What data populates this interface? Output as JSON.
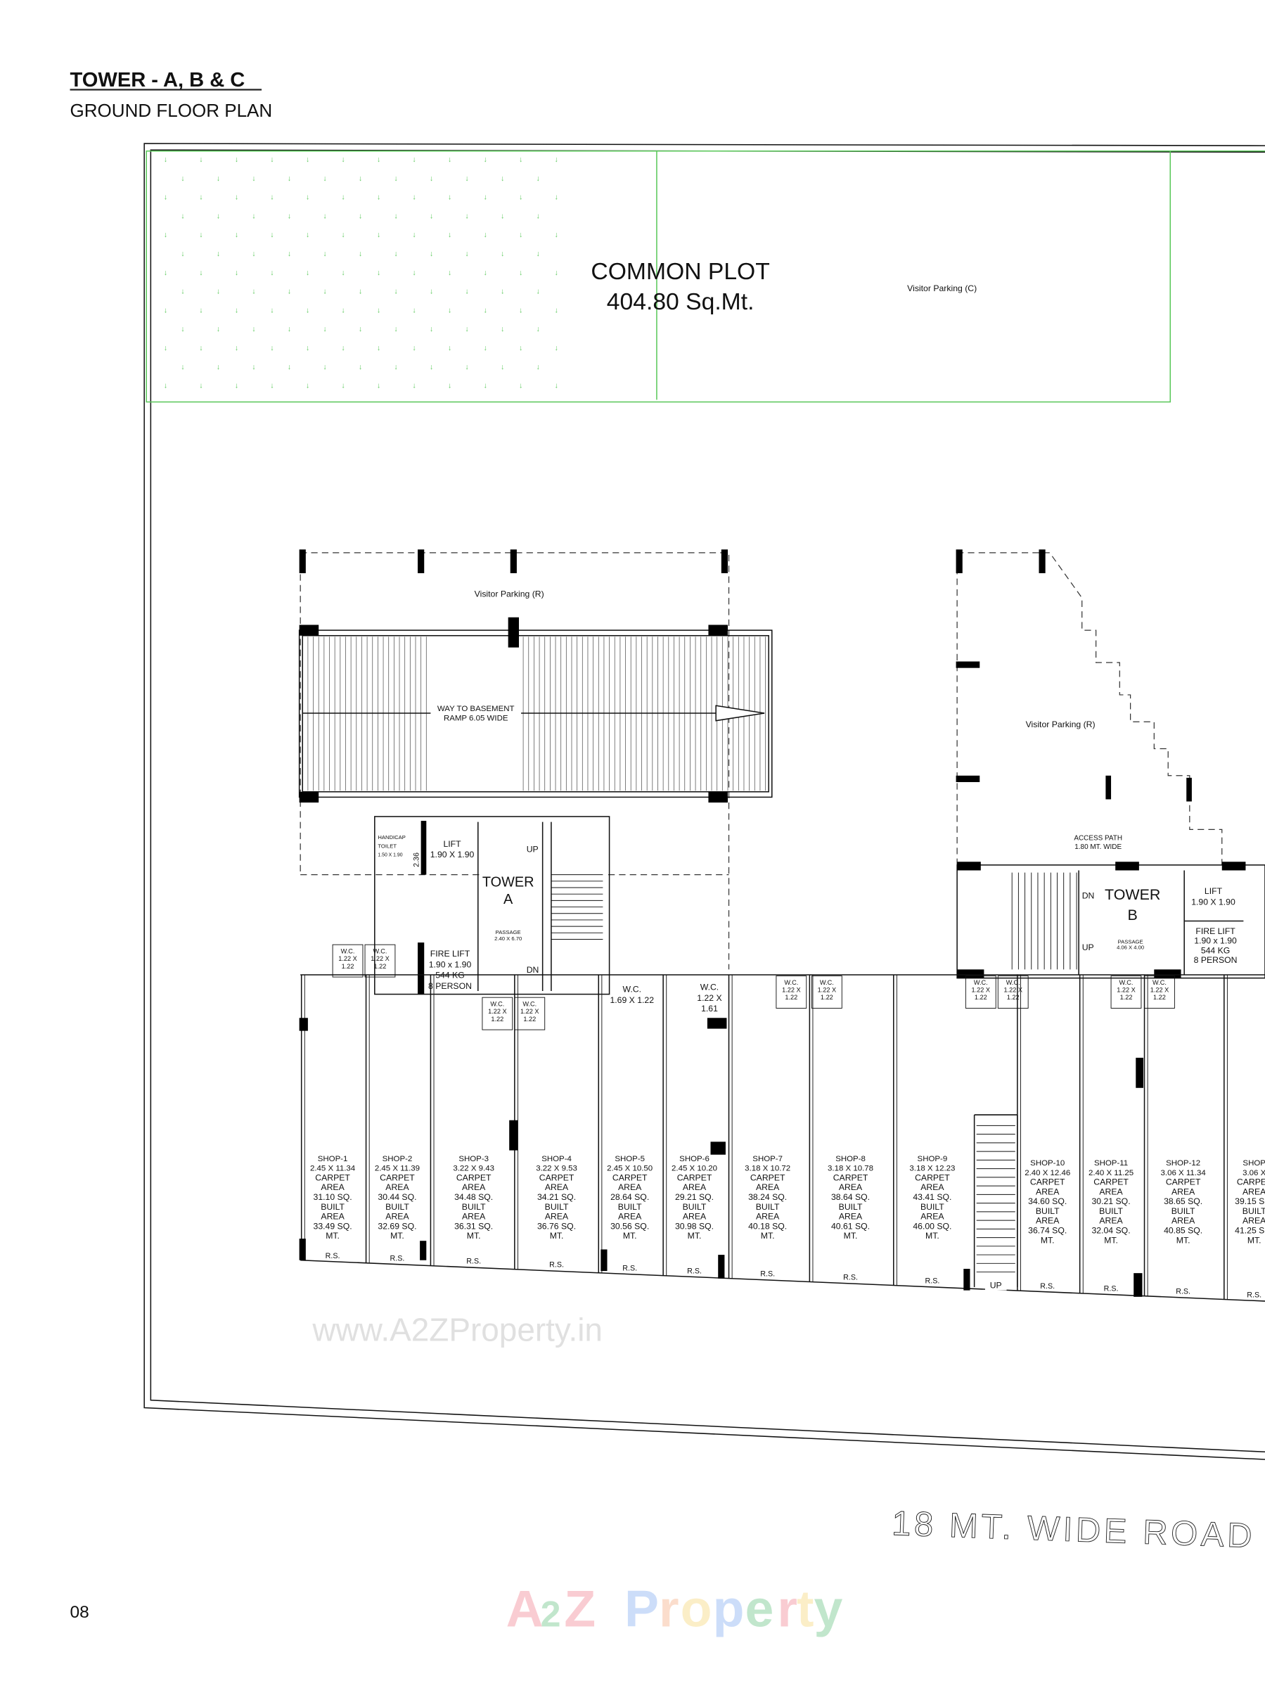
{
  "header": {
    "title": "TOWER - A, B & C",
    "subtitle": "GROUND FLOOR PLAN"
  },
  "page_number": "08",
  "common_plot": {
    "label": "COMMON PLOT",
    "area": "404.80 Sq.Mt."
  },
  "visitor_parking_c": "Visitor Parking (C)",
  "visitor_parking_r": "Visitor Parking (R)",
  "ramp": {
    "line1": "WAY TO BASEMENT",
    "line2": "RAMP 6.05 WIDE"
  },
  "tower_a": {
    "name": "TOWER",
    "letter": "A",
    "passage": "PASSAGE",
    "passage_size": "2.40 X 6.70",
    "up": "UP",
    "dn": "DN",
    "lift": "LIFT",
    "lift_size": "1.90 X 1.90",
    "fire_lift": "FIRE LIFT",
    "fire_lift_size": "1.90 x 1.90",
    "fire_lift_kg": "544 KG",
    "fire_lift_person": "8 PERSON",
    "handicap": "HANDICAP",
    "toilet": "TOILET",
    "toilet_size": "1.50 X 1.90",
    "toilet_dim": "2.36"
  },
  "tower_b": {
    "name": "TOWER",
    "letter": "B",
    "passage": "PASSAGE",
    "passage_size": "4.06 X 4.00",
    "up": "UP",
    "dn": "DN",
    "lift": "LIFT",
    "lift_size": "1.90 X 1.90",
    "fire_lift": "FIRE LIFT",
    "fire_lift_size": "1.90 x 1.90",
    "fire_lift_kg": "544 KG",
    "fire_lift_person": "8 PERSON"
  },
  "access_path": {
    "line1": "ACCESS PATH",
    "line2": "1.80 MT. WIDE"
  },
  "wc": {
    "label": "W.C.",
    "size_a": "1.22 X",
    "size_b": "1.22",
    "big_size": "1.69 X 1.22",
    "alt_b": "1.61"
  },
  "stair_up": "UP",
  "shops": [
    {
      "name": "SHOP-1",
      "size": "2.45 X 11.34",
      "carpet": "31.10",
      "built": "33.49"
    },
    {
      "name": "SHOP-2",
      "size": "2.45 X 11.39",
      "carpet": "30.44",
      "built": "32.69"
    },
    {
      "name": "SHOP-3",
      "size": "3.22 X 9.43",
      "carpet": "34.48",
      "built": "36.31"
    },
    {
      "name": "SHOP-4",
      "size": "3.22 X 9.53",
      "carpet": "34.21",
      "built": "36.76"
    },
    {
      "name": "SHOP-5",
      "size": "2.45 X 10.50",
      "carpet": "28.64",
      "built": "30.56"
    },
    {
      "name": "SHOP-6",
      "size": "2.45 X 10.20",
      "carpet": "29.21",
      "built": "30.98"
    },
    {
      "name": "SHOP-7",
      "size": "3.18 X 10.72",
      "carpet": "38.24",
      "built": "40.18"
    },
    {
      "name": "SHOP-8",
      "size": "3.18 X 10.78",
      "carpet": "38.64",
      "built": "40.61"
    },
    {
      "name": "SHOP-9",
      "size": "3.18 X 12.23",
      "carpet": "43.41",
      "built": "46.00"
    },
    {
      "name": "SHOP-10",
      "size": "2.40 X 12.46",
      "carpet": "34.60",
      "built": "36.74"
    },
    {
      "name": "SHOP-11",
      "size": "2.40 X 11.25",
      "carpet": "30.21",
      "built": "32.04"
    },
    {
      "name": "SHOP-12",
      "size": "3.06 X 11.34",
      "carpet": "38.65",
      "built": "40.85"
    },
    {
      "name": "SHOP",
      "size": "3.06 X",
      "carpet": "39.15",
      "built": "41.25"
    }
  ],
  "shop_labels": {
    "carpet": "CARPET",
    "area": "AREA",
    "built": "BUILT",
    "unit": "SQ.",
    "mt": "MT.",
    "rs": "R.S."
  },
  "road": "18 MT. WIDE ROAD",
  "watermark_url": "www.A2ZProperty.in",
  "watermark_logo": "A2Z Property",
  "colors": {
    "landscape": "#5ac85a",
    "walls": "#111111"
  }
}
